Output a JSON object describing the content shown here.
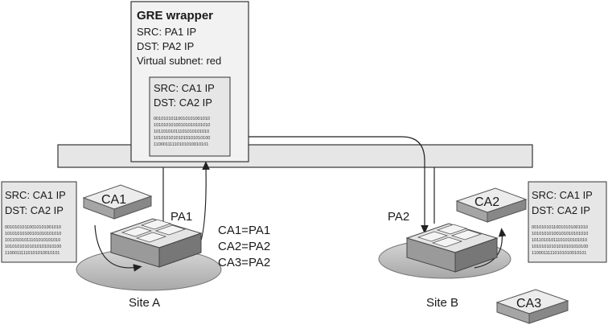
{
  "gre_wrapper": {
    "title": "GRE wrapper",
    "lines": [
      "SRC: PA1 IP",
      "DST: PA2 IP",
      "Virtual subnet: red"
    ],
    "inner": {
      "lines": [
        "SRC: CA1 IP",
        "DST: CA2 IP"
      ],
      "binary": [
        "00101010110010101001010",
        "10101010100101010101010",
        "10110101011101010101010",
        "10101010101010101010100",
        "11000111110101010010101"
      ]
    }
  },
  "packet_left": {
    "lines": [
      "SRC: CA1 IP",
      "DST: CA2 IP"
    ],
    "binary": [
      "00101010110010101001010",
      "10101010100101010101010",
      "10110101011101010101010",
      "10101010101010101010100",
      "11000111110101010010101"
    ]
  },
  "packet_right": {
    "lines": [
      "SRC: CA1 IP",
      "DST: CA2 IP"
    ],
    "binary": [
      "00101010110010101001010",
      "10101010100101010101010",
      "10110101011101010101010",
      "10101010101010101010100",
      "11000111110101010010101"
    ]
  },
  "vms": {
    "ca1": "CA1",
    "ca2": "CA2",
    "ca3": "CA3"
  },
  "pa_labels": {
    "pa1": "PA1",
    "pa2": "PA2"
  },
  "mapping": [
    "CA1=PA1",
    "CA2=PA2",
    "CA3=PA2"
  ],
  "sites": {
    "a": "Site A",
    "b": "Site B"
  }
}
